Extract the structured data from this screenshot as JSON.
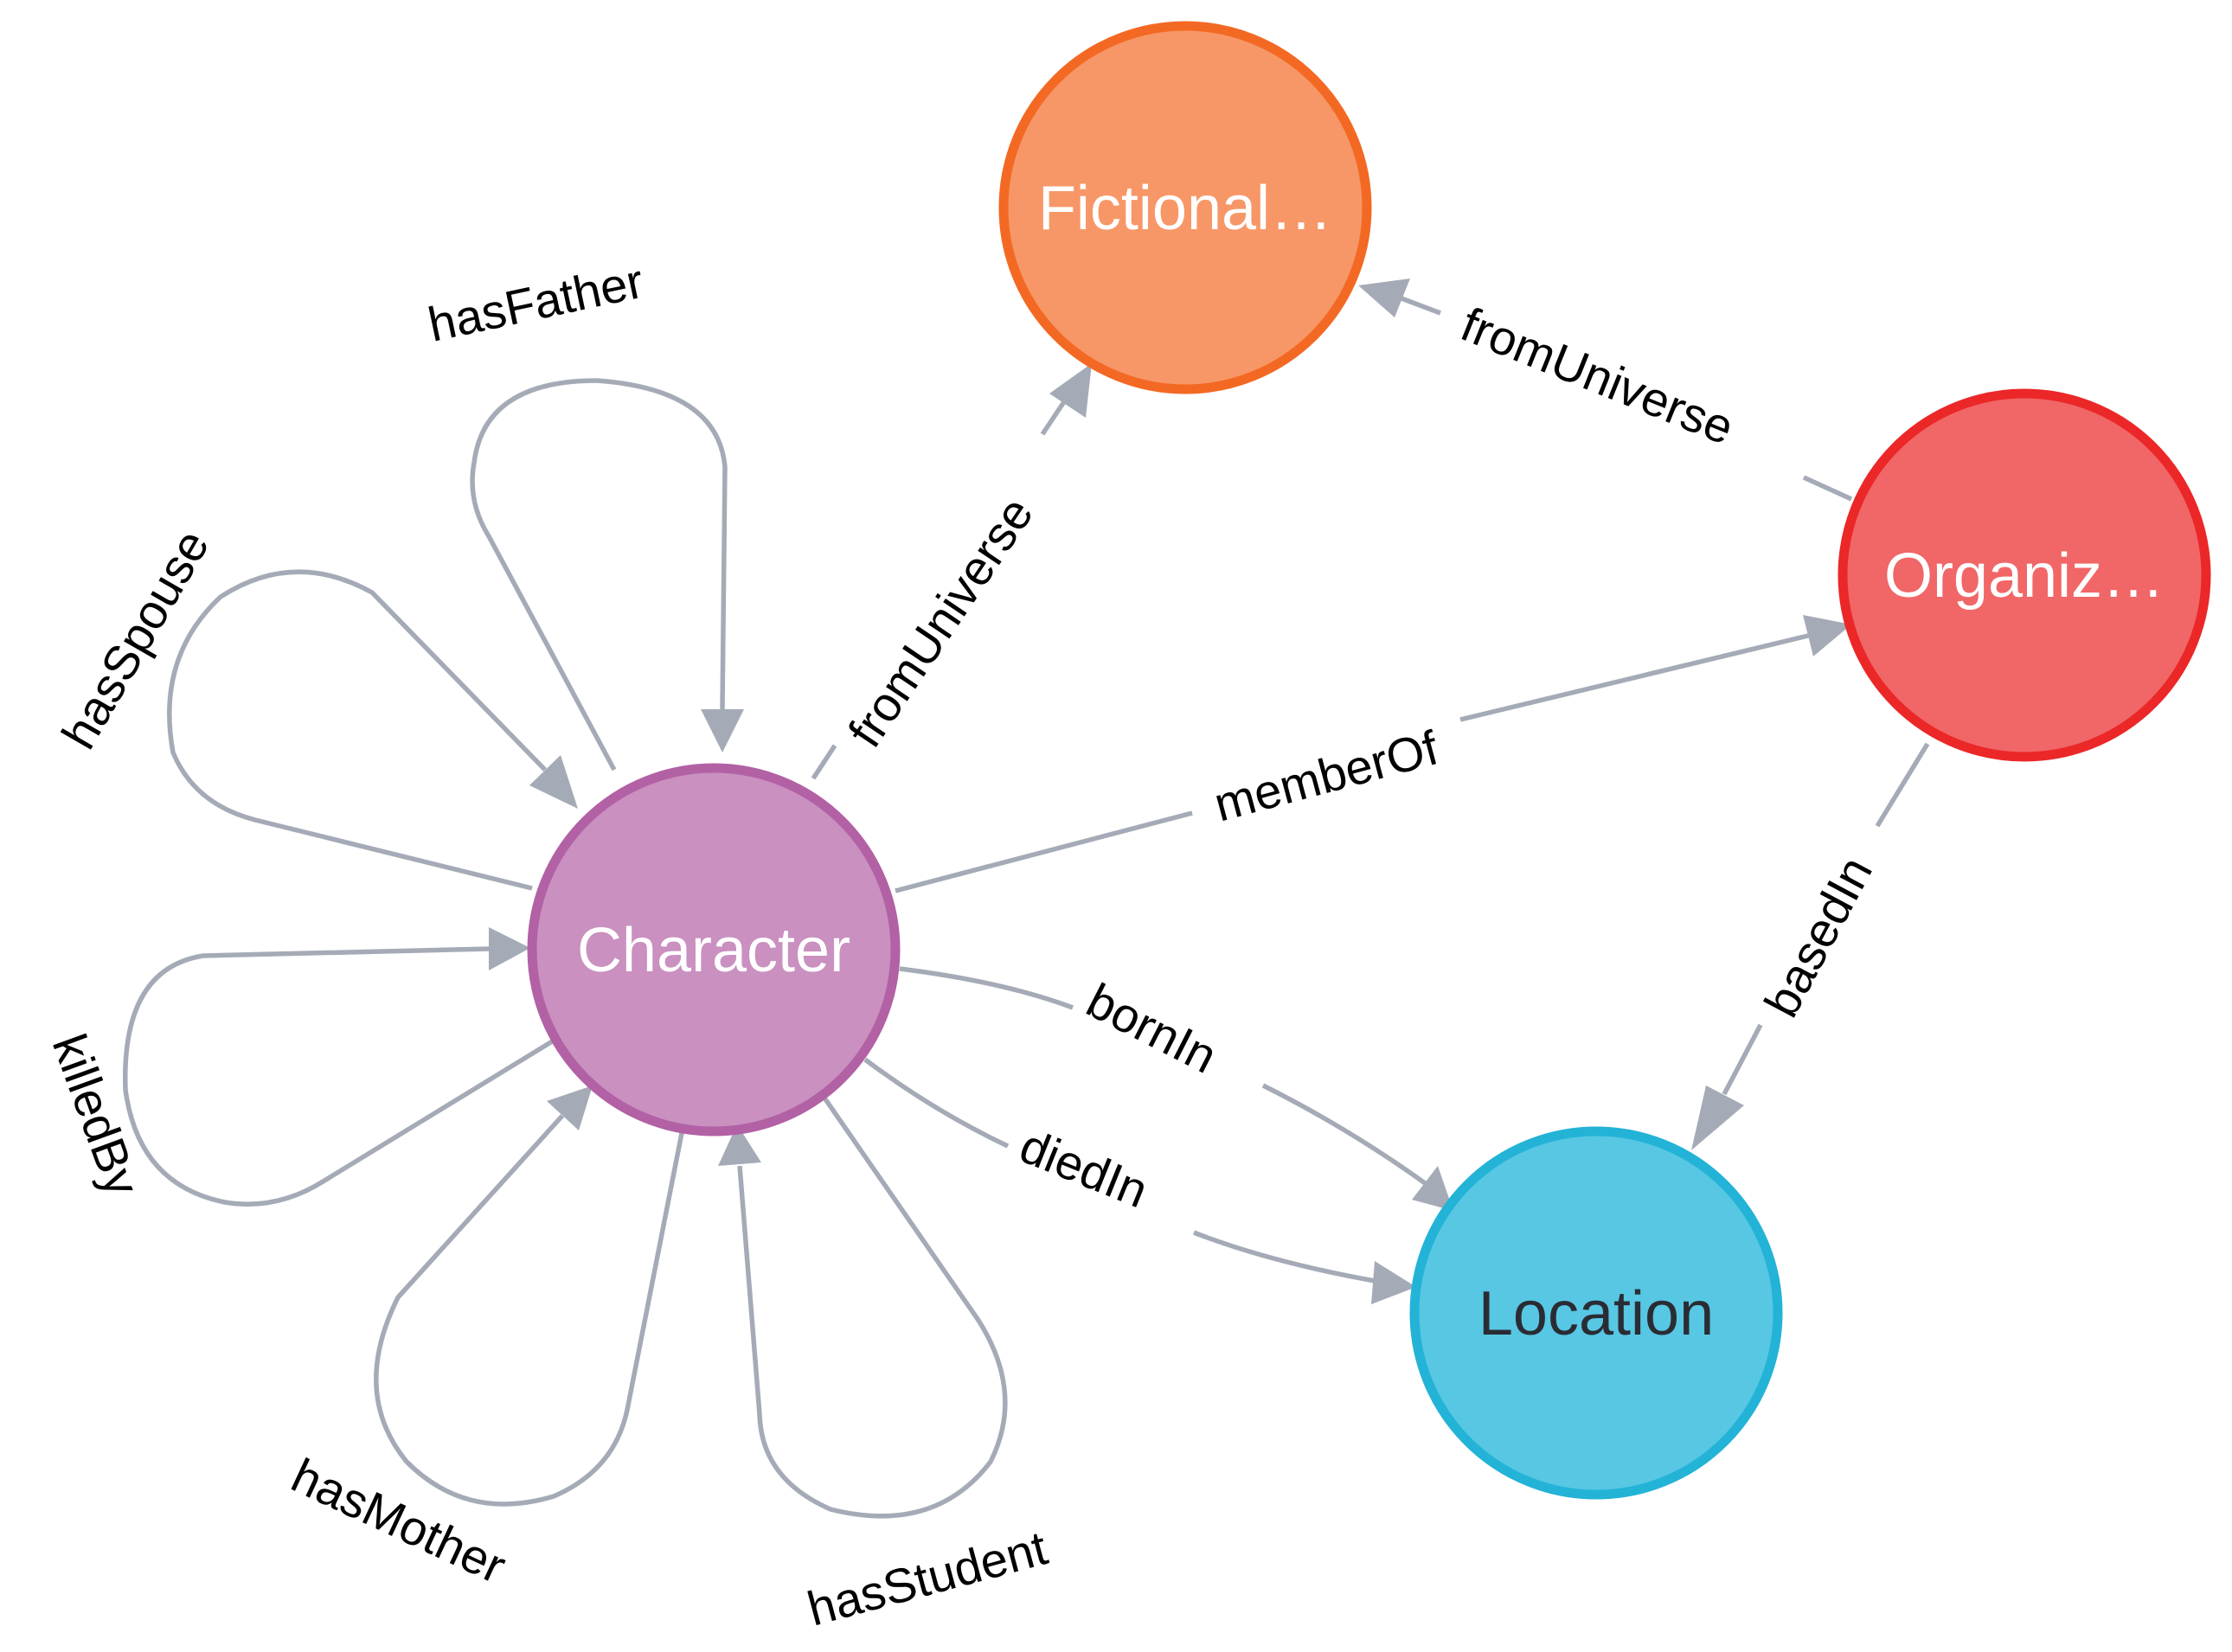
{
  "nodes": {
    "fictional": {
      "label": "Fictional…",
      "fill": "#f79767",
      "stroke": "#f36924",
      "text_color": "#ffffff"
    },
    "organization": {
      "label": "Organiz…",
      "fill": "#f16667",
      "stroke": "#eb2728",
      "text_color": "#ffffff"
    },
    "character": {
      "label": "Character",
      "fill": "#c990c0",
      "stroke": "#b261a5",
      "text_color": "#ffffff"
    },
    "location": {
      "label": "Location",
      "fill": "#57c7e3",
      "stroke": "#23b3d7",
      "text_color": "#2a2c34"
    }
  },
  "edges": {
    "has_father": "hasFather",
    "has_spouse": "hasSpouse",
    "killed_by": "killedBy",
    "has_mother": "hasMother",
    "has_student": "hasStudent",
    "character_from_universe": "fromUniverse",
    "org_from_universe": "fromUniverse",
    "member_of": "memberOf",
    "born_in": "bornIn",
    "died_in": "diedIn",
    "based_in": "basedIn"
  },
  "colors": {
    "edge": "#a5abb6",
    "edge_label": "#000000"
  }
}
